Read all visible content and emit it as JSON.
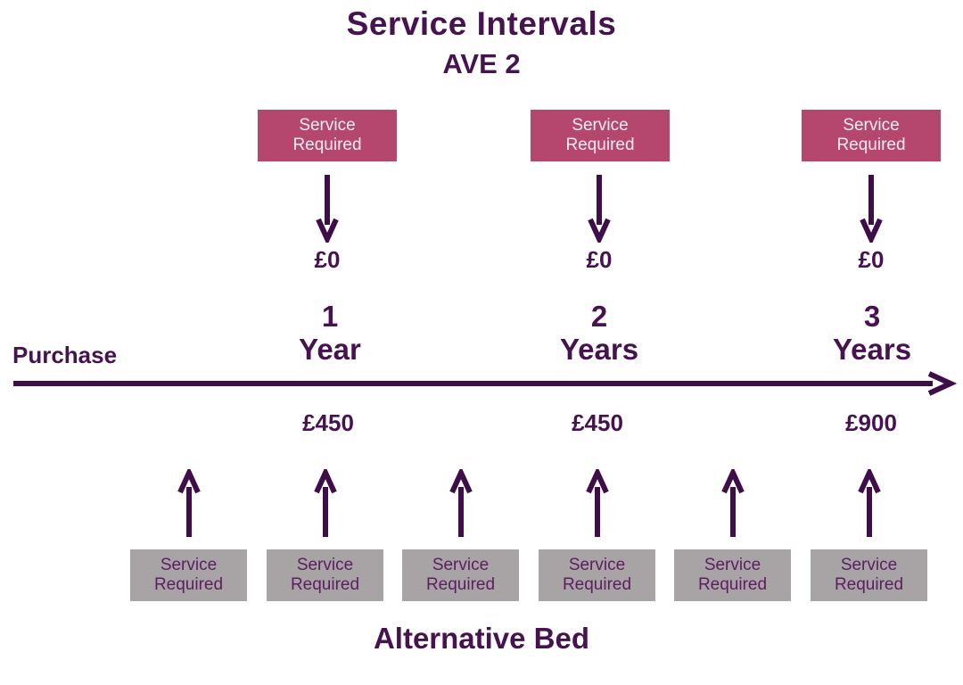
{
  "title": "Service Intervals",
  "colors": {
    "purple_text": "#46124f",
    "pink_box": "#b5476e",
    "gray_box": "#a8a4a6",
    "pink_box_text": "#f5edf2",
    "gray_box_text": "#5c1d61"
  },
  "top_product": {
    "name": "AVE 2",
    "events": [
      {
        "box_label": "Service Required",
        "cost": "£0"
      },
      {
        "box_label": "Service Required",
        "cost": "£0"
      },
      {
        "box_label": "Service Required",
        "cost": "£0"
      }
    ]
  },
  "timeline": {
    "origin_label": "Purchase",
    "milestones": [
      {
        "number": "1",
        "unit": "Year"
      },
      {
        "number": "2",
        "unit": "Years"
      },
      {
        "number": "3",
        "unit": "Years"
      }
    ]
  },
  "bottom_product": {
    "name": "Alternative Bed",
    "cumulative_costs": [
      "£450",
      "£450",
      "£900"
    ],
    "events": [
      {
        "box_label": "Service Required"
      },
      {
        "box_label": "Service Required"
      },
      {
        "box_label": "Service Required"
      },
      {
        "box_label": "Service Required"
      },
      {
        "box_label": "Service Required"
      },
      {
        "box_label": "Service Required"
      }
    ]
  }
}
